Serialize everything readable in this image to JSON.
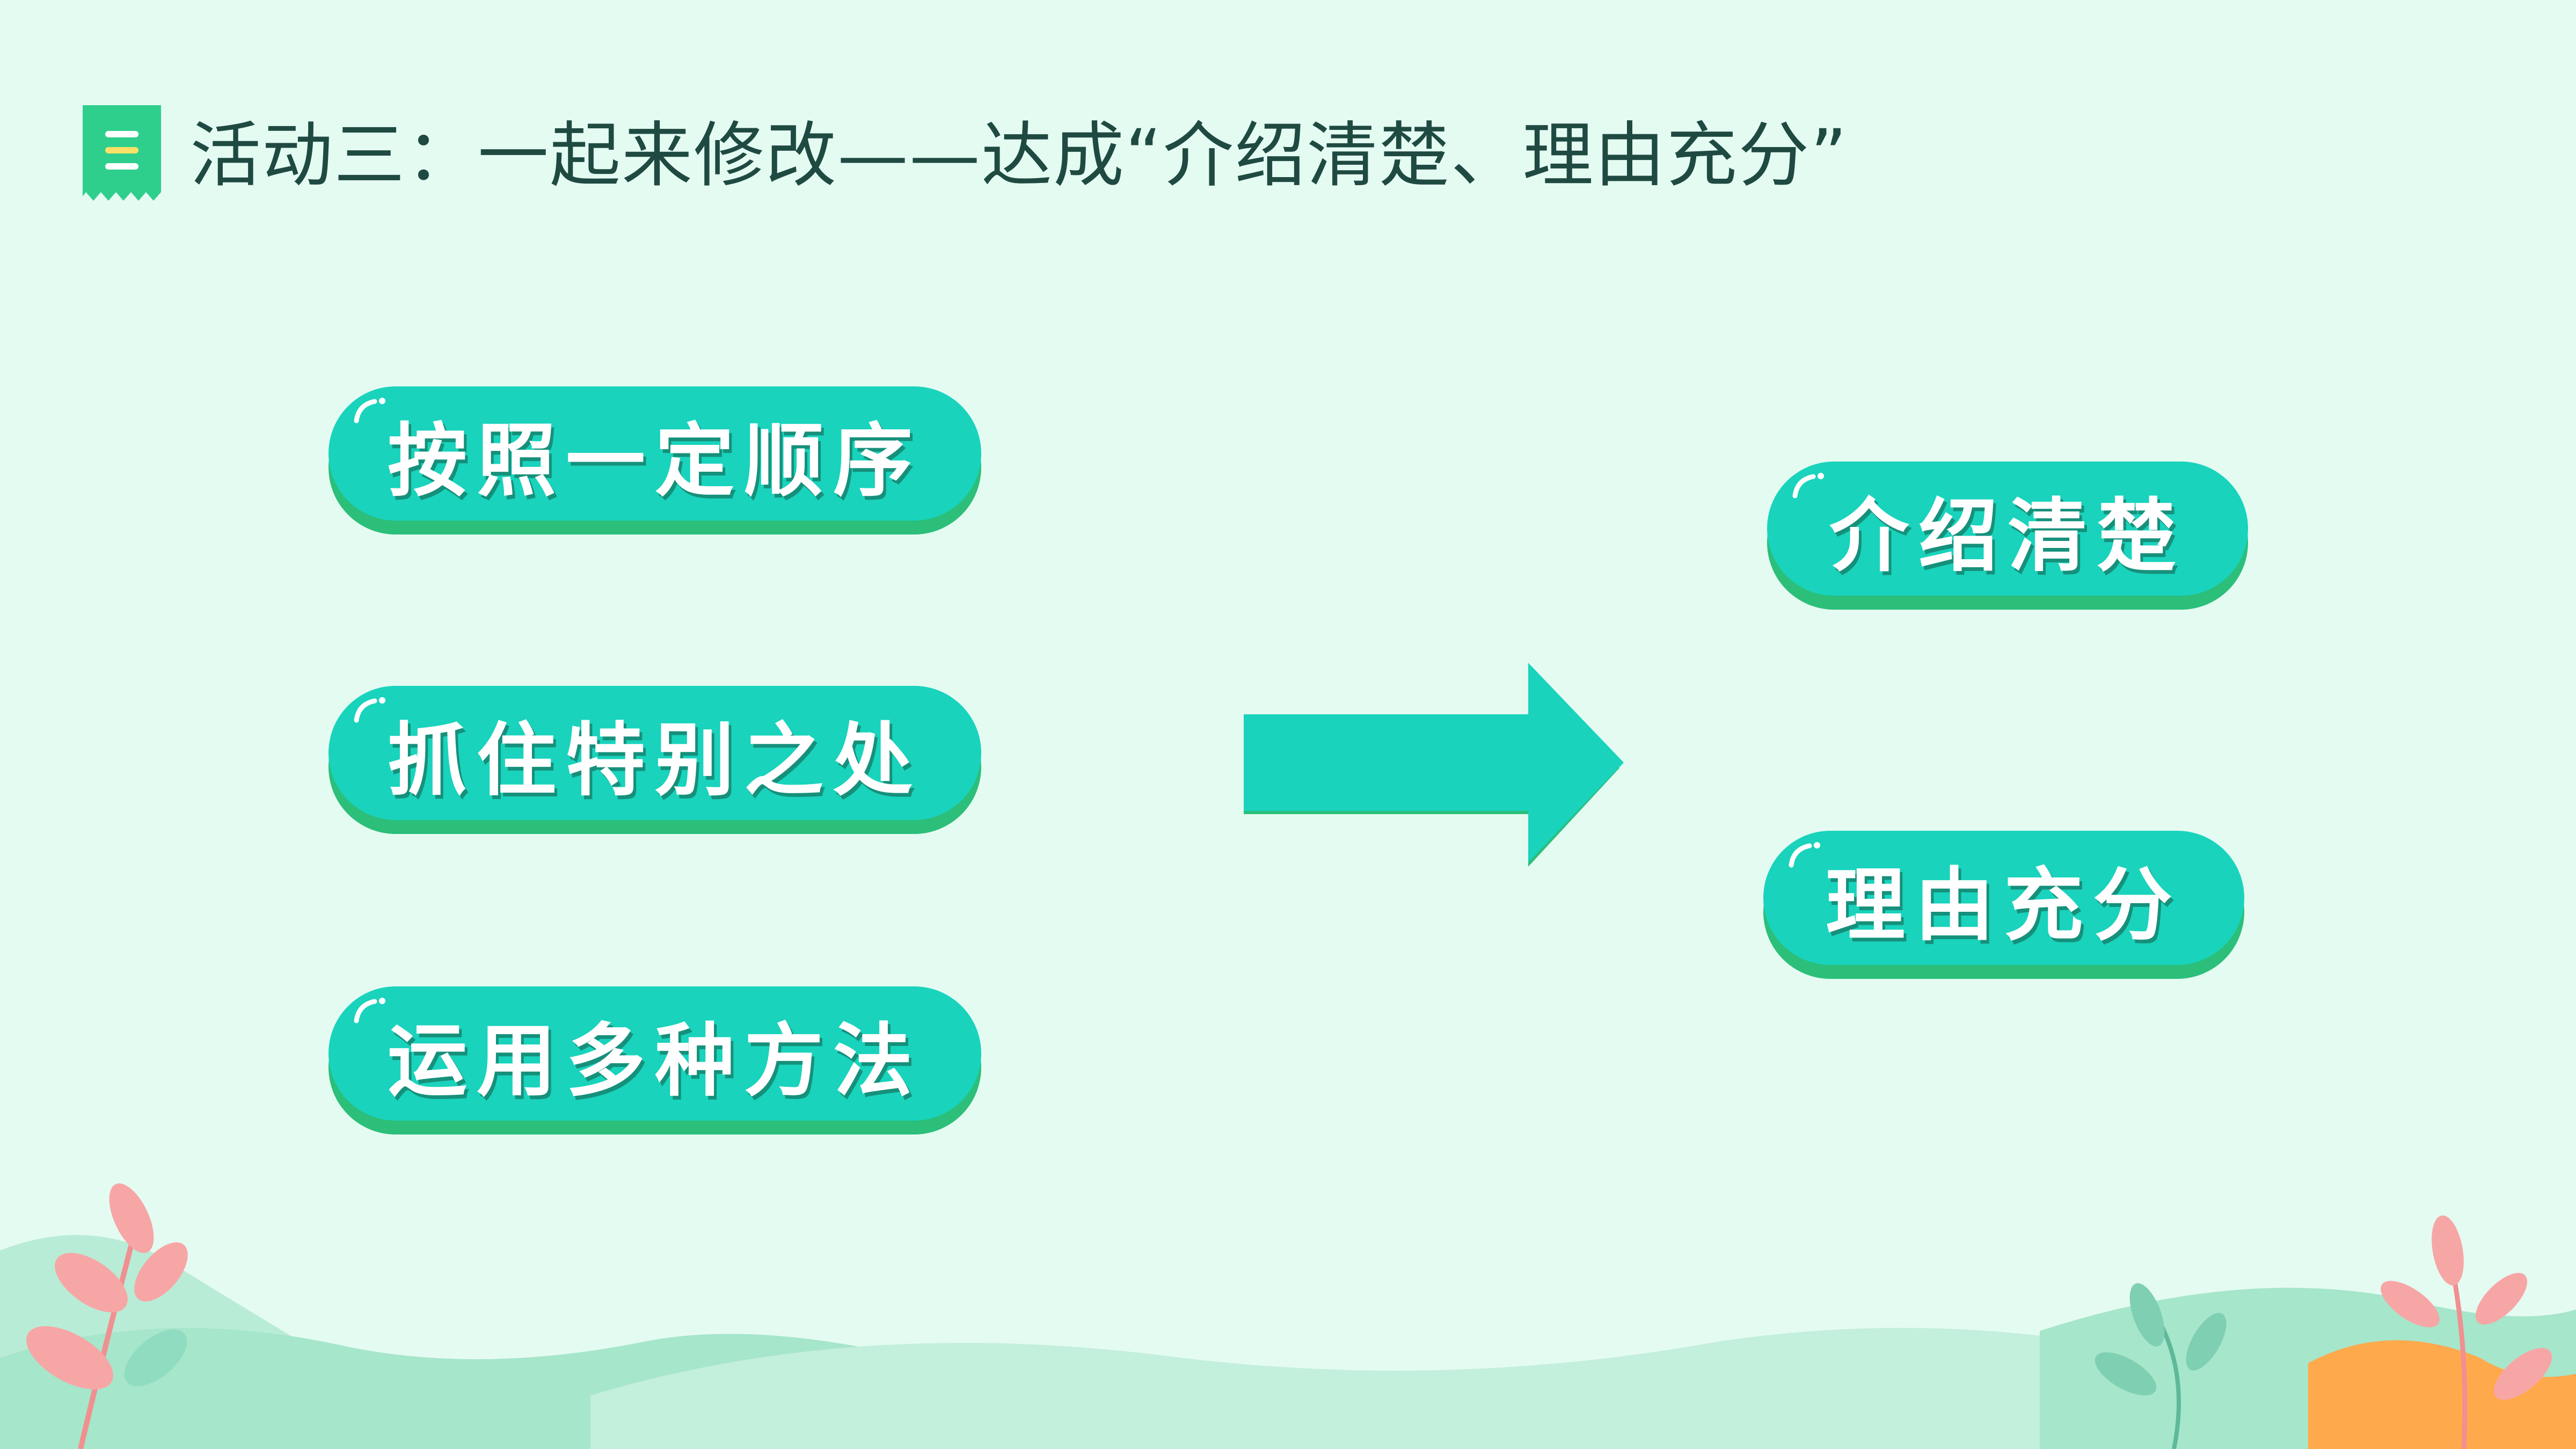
{
  "title": "活动三：一起来修改——达成“介绍清楚、理由充分”",
  "methods": [
    "按照一定顺序",
    "抓住特别之处",
    "运用多种方法"
  ],
  "results": [
    "介绍清楚",
    "理由充分"
  ],
  "colors": {
    "background": "#e4fbf2",
    "pill": "#19d3bc",
    "pill_shadow": "#2bbf7a",
    "title_text": "#1f4a42",
    "icon": "#2ecf8c"
  },
  "icons": {
    "title": "list-document-icon",
    "arrow": "right-arrow-icon"
  }
}
